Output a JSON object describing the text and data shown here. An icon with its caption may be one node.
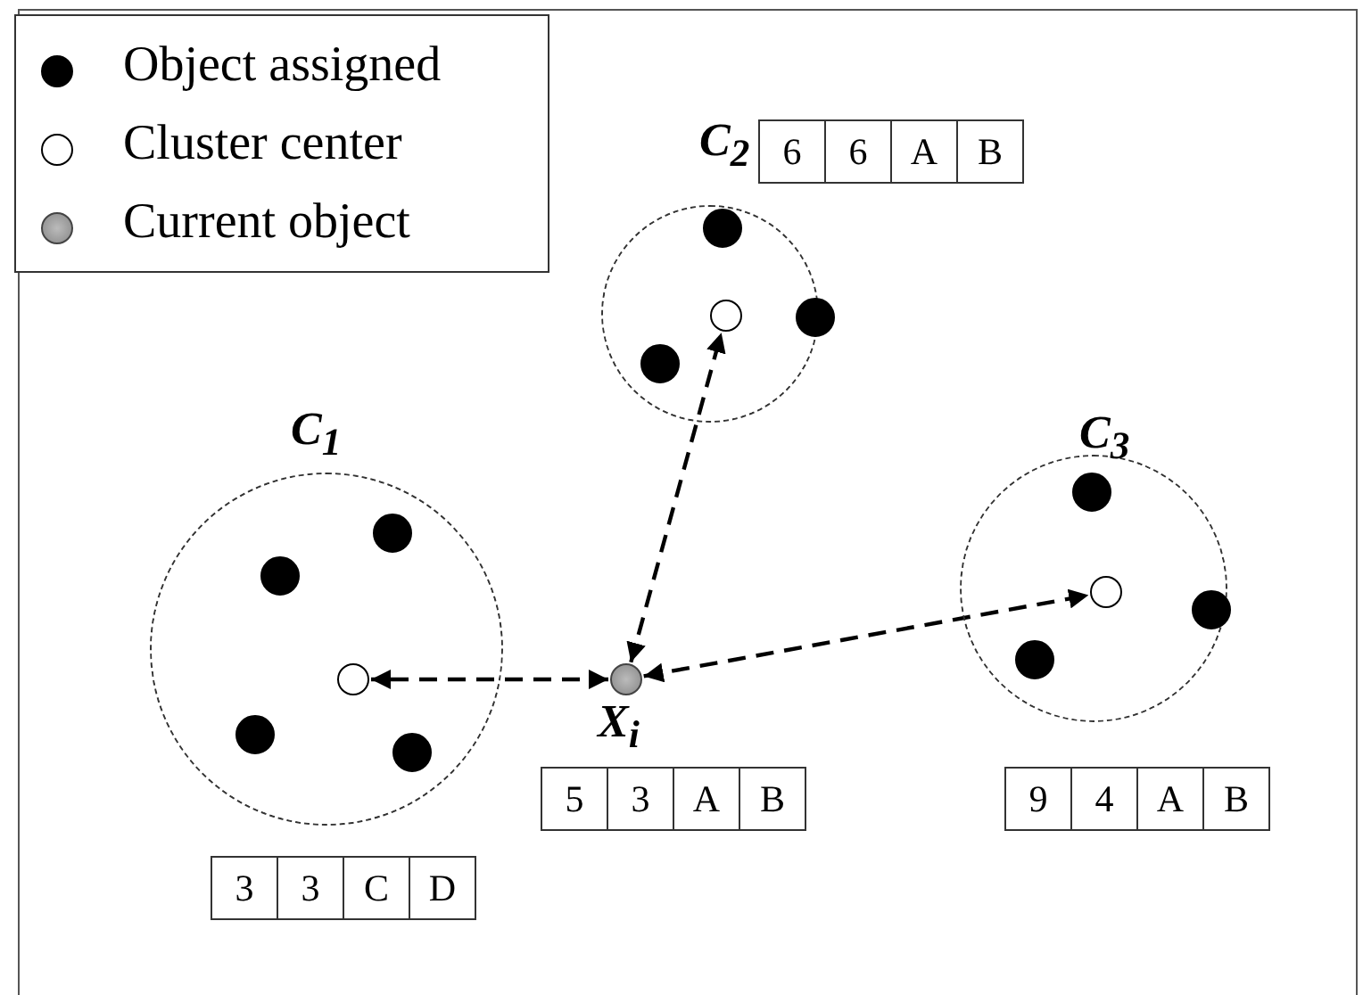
{
  "diagram": {
    "nodes": [
      {
        "text": [
          "C$_{2}$"
        ]
      },
      {
        "text": [],
        "shape": "circle",
        "in": 0
      },
      {
        "text": [],
        "shape": "circle",
        "in": 0
      },
      {
        "text": [],
        "shape": "circle",
        "in": 0
      },
      {
        "text": [],
        "shape": "circle",
        "in": 0
      },
      {
        "text": [
          "C$_{1}$"
        ]
      },
      {
        "text": [],
        "shape": "circle",
        "in": 5
      },
      {
        "text": [],
        "shape": "circle",
        "in": 5
      },
      {
        "text": [],
        "shape": "circle",
        "in": 5
      },
      {
        "text": [],
        "shape": "circle",
        "in": 5
      },
      {
        "text": [],
        "shape": "circle",
        "in": 5
      },
      {
        "text": [],
        "shape": "circle",
        "beside": [
          "X$_{i}$"
        ]
      },
      {
        "text": [
          "C$_{3}$"
        ]
      },
      {
        "text": [],
        "shape": "circle",
        "in": 12
      },
      {
        "text": [],
        "shape": "circle",
        "in": 12
      },
      {
        "text": [],
        "shape": "circle",
        "in": 12
      },
      {
        "text": [],
        "shape": "circle",
        "in": 12
      }
    ],
    "edges": [
      {
        "from": 11,
        "to": 8,
        "arrow": "both",
        "style": "dashed"
      },
      {
        "from": 11,
        "to": 3,
        "arrow": "both",
        "style": "dashed"
      },
      {
        "from": 11,
        "to": 15,
        "arrow": "both",
        "style": "dashed"
      }
    ],
    "labels": [
      "6",
      "6",
      "A",
      "B",
      "5",
      "3",
      "A",
      "B",
      "9",
      "4",
      "A",
      "B",
      "3",
      "3",
      "C",
      "D"
    ],
    "legend": [
      {
        "text": "Object assigned"
      },
      {
        "text": "Cluster center"
      },
      {
        "text": "Current object"
      }
    ]
  }
}
